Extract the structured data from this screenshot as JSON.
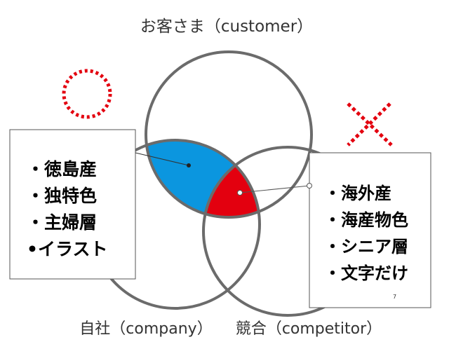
{
  "labels": {
    "customer": "お客さま（customer）",
    "company": "自社（company）",
    "competitor": "競合（competitor）"
  },
  "company_box": {
    "items": [
      "・徳島産",
      "・独特色",
      "・主婦層",
      "•イラスト"
    ]
  },
  "competitor_box": {
    "items": [
      "・海外産",
      "・海産物色",
      "・シニア層",
      "・文字だけ"
    ],
    "page_number": "7"
  },
  "colors": {
    "circle_stroke": "#6b6b6b",
    "customer_company_overlap": "#0b96df",
    "triple_overlap": "#e3000f",
    "good_mark": "#e3000f",
    "bad_mark": "#e3000f"
  },
  "icons": {
    "good_mark": "dotted-circle-icon",
    "bad_mark": "dotted-cross-icon"
  }
}
